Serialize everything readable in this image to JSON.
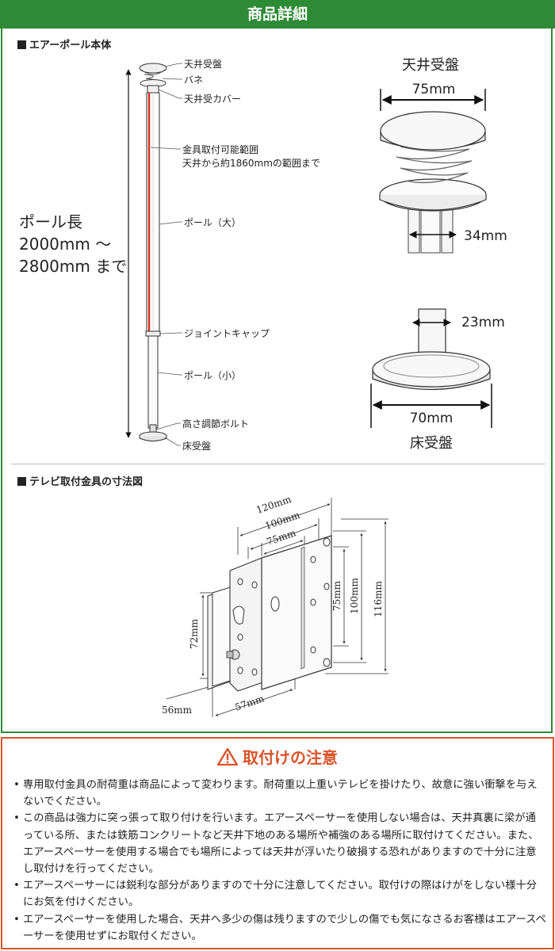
{
  "header": {
    "title": "商品詳細"
  },
  "pole_section": {
    "heading": "エアーポール本体",
    "length_label_lines": [
      "ポール長",
      "2000mm ～",
      "2800mm まで"
    ],
    "callouts": {
      "ceiling_plate": "天井受盤",
      "spring": "バネ",
      "ceiling_cover": "天井受カバー",
      "range_line1": "金具取付可能範囲",
      "range_line2": "天井から約1860mmの範囲まで",
      "pole_large": "ポール（大）",
      "joint_cap": "ジョイントキャップ",
      "pole_small": "ポール（小）",
      "height_bolt": "高さ調節ボルト",
      "floor_plate": "床受盤"
    },
    "ceiling_detail": {
      "title": "天井受盤",
      "width": "75mm",
      "pole_dia": "34mm"
    },
    "floor_detail": {
      "title": "床受盤",
      "bolt": "23mm",
      "width": "70mm"
    }
  },
  "bracket_section": {
    "heading": "テレビ取付金具の寸法図",
    "dims": {
      "w120": "120mm",
      "w100": "100mm",
      "w75": "75mm",
      "h116": "116mm",
      "h100": "100mm",
      "h75": "75mm",
      "h72": "72mm",
      "d56": "56mm",
      "d57": "57mm"
    }
  },
  "caution": {
    "title": "取付けの注意",
    "notes": [
      "専用取付金具の耐荷重は商品によって変わります。耐荷重以上重いテレビを掛けたり、故意に強い衝撃を与えないでください。",
      "この商品は強力に突っ張って取り付けを行います。エアースペーサーを使用しない場合は、天井真裏に梁が通っている所、または鉄筋コンクリートなど天井下地のある場所や補強のある場所に取付けてください。また、エアースペーサーを使用する場合でも場所によっては天井が浮いたり破損する恐れがありますので十分に注意し取付けを行ってください。",
      "エアースペーサーには鋭利な部分がありますので十分に注意してください。取付けの際はけがをしない様十分にお気を付けください。",
      "エアースペーサーを使用した場合、天井へ多少の傷は残りますので少しの傷でも気になさるお客様はエアースペーサーを使用せずにお取付ください。"
    ]
  },
  "colors": {
    "green": "#2e8b35",
    "caution": "#d9542b",
    "range_line": "#e03020"
  }
}
